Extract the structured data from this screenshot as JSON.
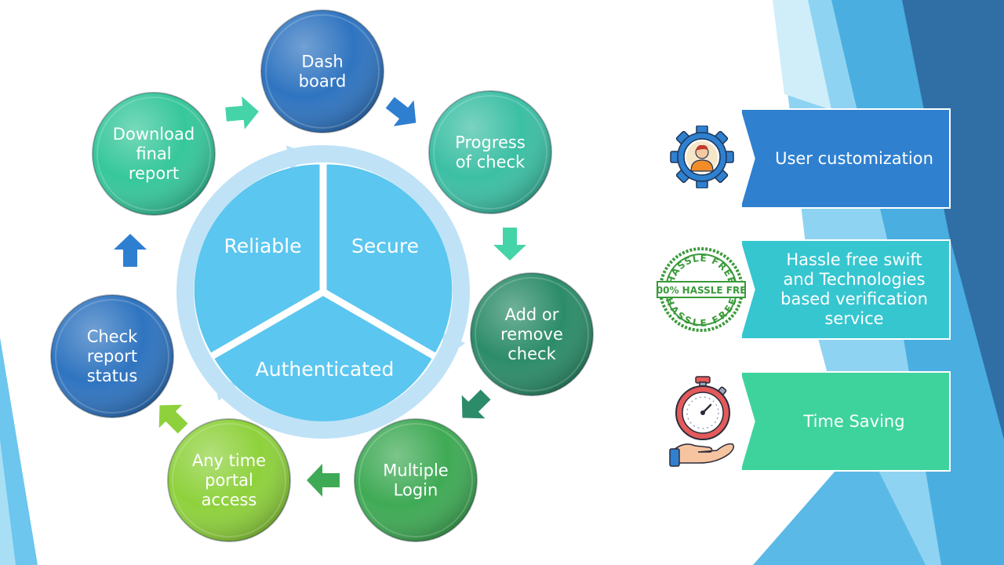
{
  "cycle": {
    "nodes": [
      {
        "lines": [
          "Dash",
          "board"
        ],
        "color": "#2f74c0"
      },
      {
        "lines": [
          "Progress",
          "of check"
        ],
        "color": "#3cbfa4"
      },
      {
        "lines": [
          "Add or",
          "remove",
          "check"
        ],
        "color": "#2c8c69"
      },
      {
        "lines": [
          "Multiple",
          "Login"
        ],
        "color": "#3faa55"
      },
      {
        "lines": [
          "Any time",
          "portal",
          "access"
        ],
        "color": "#8ed13c"
      },
      {
        "lines": [
          "Check",
          "report",
          "status"
        ],
        "color": "#2f74c0"
      },
      {
        "lines": [
          "Download",
          "final",
          "report"
        ],
        "color": "#36c79a"
      }
    ],
    "arrow_colors": [
      "#2f7fd0",
      "#45d3a8",
      "#2c8c69",
      "#3faa55",
      "#8ed13c",
      "#2f7fd0",
      "#45d3a8"
    ],
    "center_segments": [
      "Reliable",
      "Secure",
      "Authenticated"
    ],
    "center_color": "#5bc6ef",
    "ring_color": "#bfe2f6"
  },
  "features": [
    {
      "label": "User customization",
      "icon": "gear-user-icon",
      "color": "#2f80cf"
    },
    {
      "label": "Hassle free swift and Technologies based verification service",
      "icon": "hassle-free-stamp-icon",
      "color": "#36c6d0",
      "stamp_text": "HASSLE FREE",
      "stamp_band": "100% HASSLE FREE"
    },
    {
      "label": "Time Saving",
      "icon": "stopwatch-hand-icon",
      "color": "#3ed39d"
    }
  ]
}
